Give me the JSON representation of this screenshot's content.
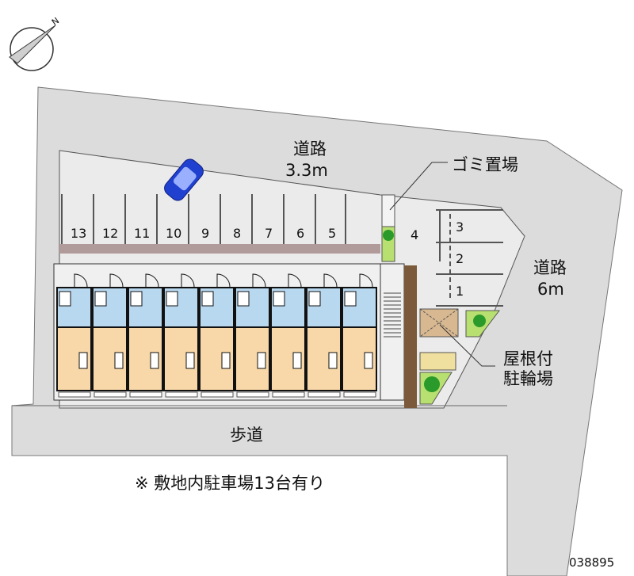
{
  "labels": {
    "road_top": "道路",
    "road_top_width": "3.3m",
    "garbage": "ゴミ置場",
    "road_right": "道路",
    "road_right_width": "6m",
    "bike_line1": "屋根付",
    "bike_line2": "駐輪場",
    "sidewalk": "歩道",
    "note": "※ 敷地内駐車場13台有り",
    "code": "038895",
    "compass_letter": "N"
  },
  "parking_left": [
    "13",
    "12",
    "11",
    "10",
    "9",
    "8",
    "7",
    "6",
    "5"
  ],
  "parking_right": [
    "4",
    "3",
    "2",
    "1"
  ],
  "units": 9,
  "colors": {
    "road": "#dcdcdc",
    "lot": "#ebebeb",
    "unit_wet": "#b8d8f0",
    "unit_room": "#f8d8a8",
    "brick": "#7a5a3a",
    "car": "#2040d0",
    "green": "#2a9a2a"
  }
}
